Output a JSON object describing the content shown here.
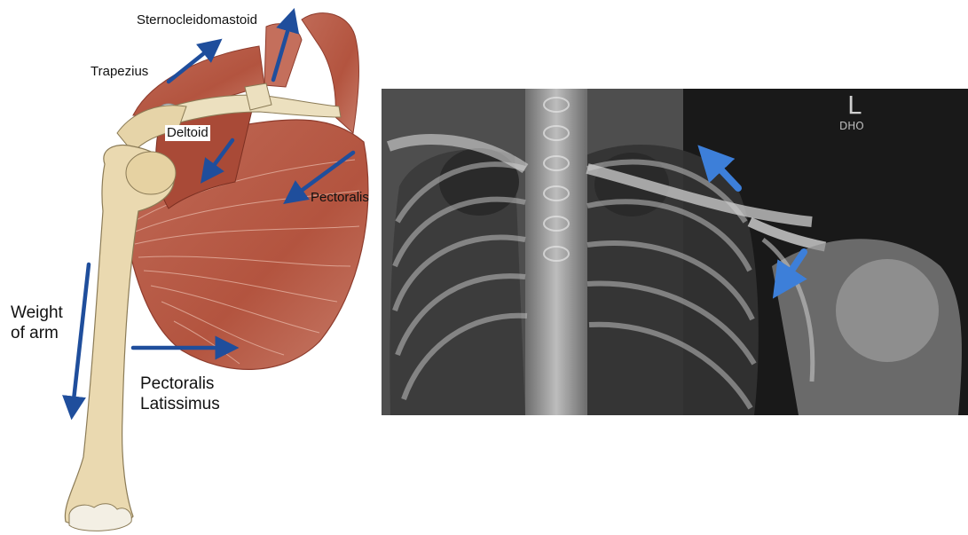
{
  "labels": {
    "sternocleidomastoid": "Sternocleidomastoid",
    "trapezius": "Trapezius",
    "deltoid": "Deltoid",
    "pectoralis_upper": "Pectoralis",
    "weight_line1": "Weight",
    "weight_line2": "of arm",
    "pectoralis_lower_line1": "Pectoralis",
    "pectoralis_lower_line2": "Latissimus"
  },
  "xray_marker": {
    "side": "L",
    "initials": "DHO"
  },
  "colors": {
    "arrow": "#1f4e9c",
    "arrow_xray": "#3d7fd9",
    "muscle": "#b65a48",
    "bone": "#ead9b0",
    "xray_bg": "#161616"
  }
}
